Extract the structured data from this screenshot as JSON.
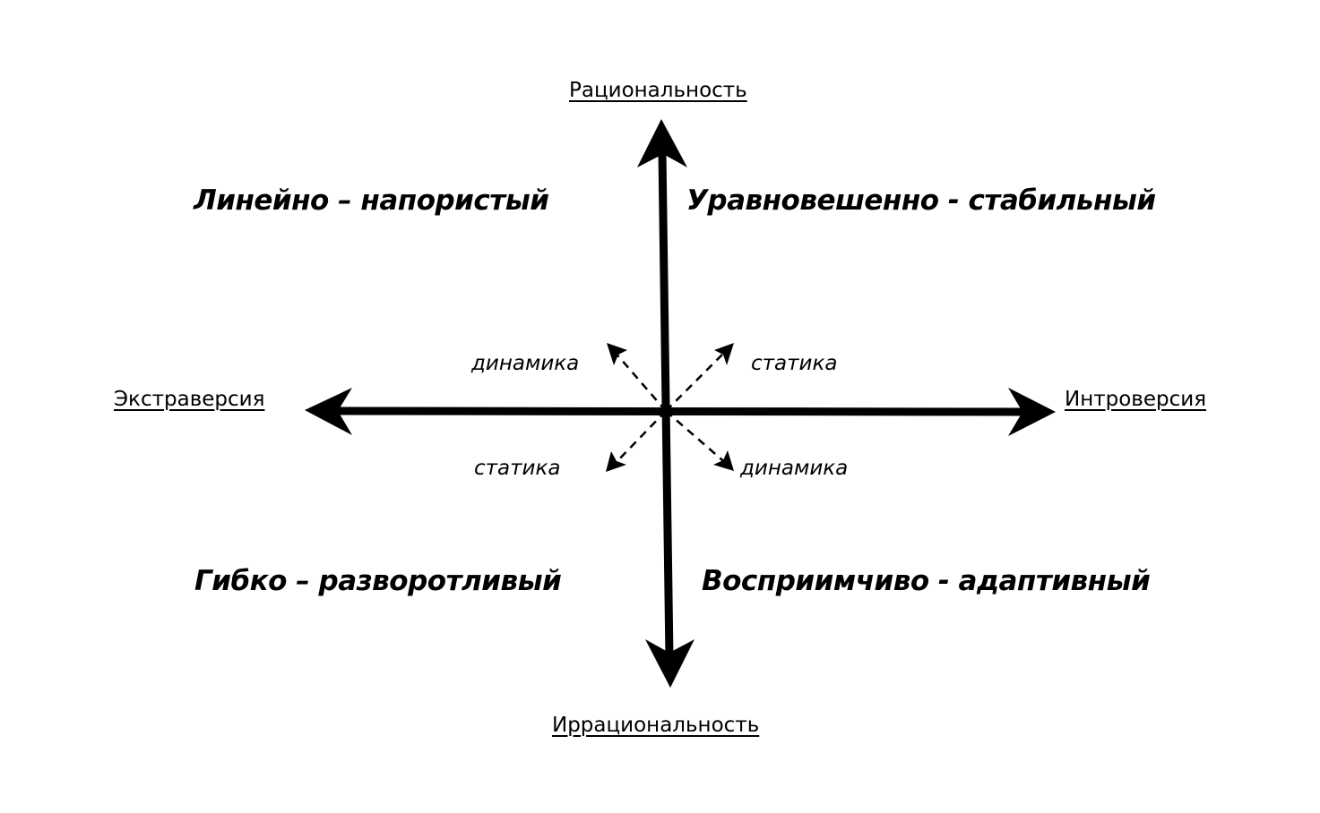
{
  "axes": {
    "top": "Рациональность",
    "bottom": "Иррациональность",
    "left": "Экстраверсия",
    "right": "Интроверсия"
  },
  "quadrants": {
    "top_left": "Линейно – напористый",
    "top_right": "Уравновешенно - стабильный",
    "bottom_left": "Гибко – разворотливый",
    "bottom_right": "Восприимчиво - адаптивный"
  },
  "directions": {
    "up_left": "динамика",
    "up_right": "статика",
    "down_left": "статика",
    "down_right": "динамика"
  },
  "colors": {
    "stroke": "#000000",
    "background": "#ffffff"
  }
}
